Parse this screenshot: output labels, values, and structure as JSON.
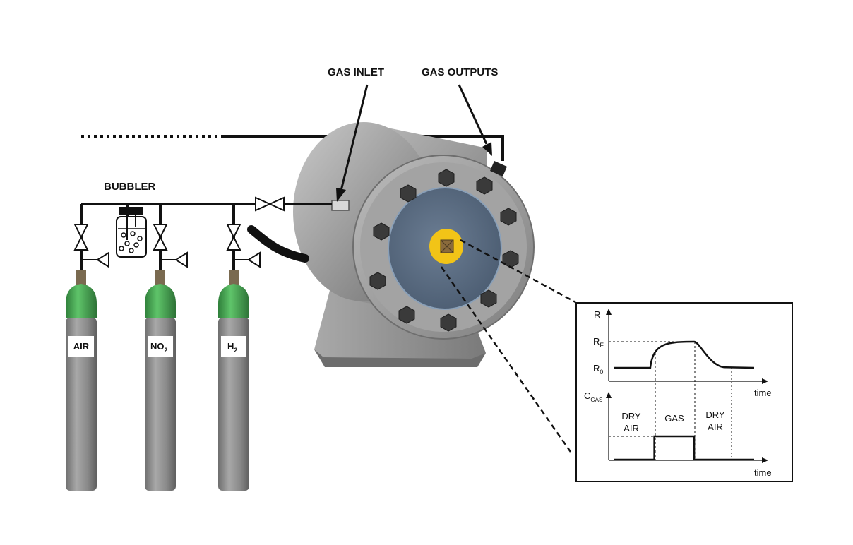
{
  "labels": {
    "gas_inlet": "GAS INLET",
    "gas_outputs": "GAS OUTPUTS",
    "bubbler": "BUBBLER"
  },
  "cylinders": [
    {
      "label": "AIR"
    },
    {
      "label": "NO",
      "sub": "2"
    },
    {
      "label": "H",
      "sub": "2"
    }
  ],
  "colors": {
    "cylinder_body": "#8a8a8a",
    "cylinder_shoulder": "#3fa34d",
    "chamber": "#9b9b9b",
    "window": "#5b6e85",
    "sensor": "#f2c417",
    "pipe": "#111111"
  },
  "chart_data": [
    {
      "type": "line",
      "ylabel": "R",
      "ylabel_sub": "",
      "xlabel": "time",
      "y_ticks": [
        {
          "label": "R",
          "sub": "F"
        },
        {
          "label": "R",
          "sub": "0"
        }
      ],
      "series": [
        {
          "x": [
            0,
            0.9,
            1.0,
            1.3,
            1.6,
            2.0,
            2.1,
            2.4,
            2.8,
            3.5
          ],
          "y": [
            0,
            0,
            0.35,
            0.8,
            0.95,
            1.0,
            0.8,
            0.2,
            0.02,
            0
          ]
        }
      ]
    },
    {
      "type": "line",
      "ylabel": "C",
      "ylabel_sub": "GAS",
      "xlabel": "time",
      "annotations": [
        {
          "lines": [
            "DRY",
            "AIR"
          ]
        },
        {
          "lines": [
            "GAS"
          ]
        },
        {
          "lines": [
            "DRY",
            "AIR"
          ]
        }
      ],
      "series": [
        {
          "x": [
            0,
            1.0,
            1.0,
            2.0,
            2.0,
            3.5
          ],
          "y": [
            0,
            0,
            1,
            1,
            0,
            0
          ]
        }
      ]
    }
  ]
}
